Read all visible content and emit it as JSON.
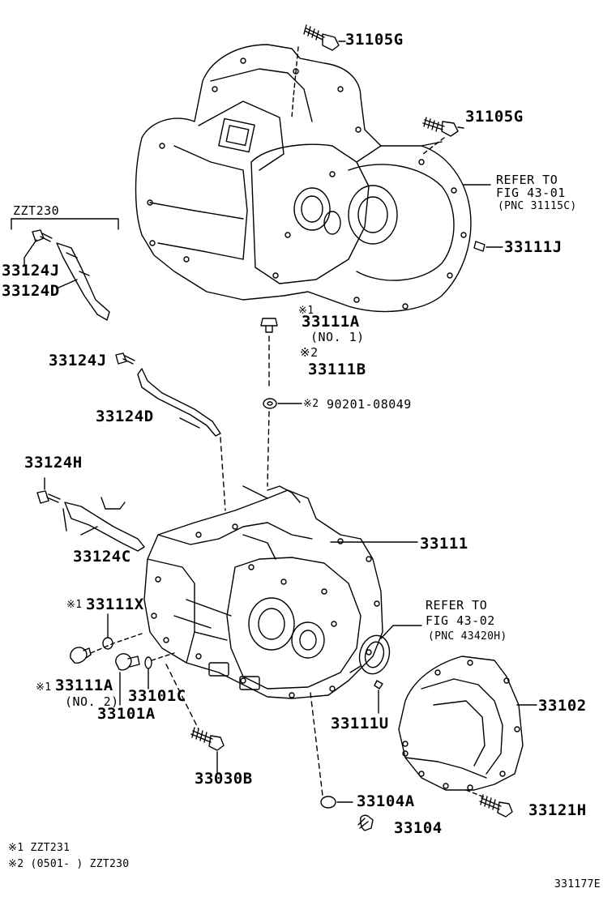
{
  "diagram": {
    "figure_id": "331177E",
    "group_label": "ZZT230",
    "parts": {
      "p31105g_top": "31105G",
      "p31105g_mid": "31105G",
      "p33111j": "33111J",
      "p33124j_a": "33124J",
      "p33124d_a": "33124D",
      "p33111a_top": "33111A",
      "p33111b": "33111B",
      "p33124j_b": "33124J",
      "p33124d_b": "33124D",
      "p90201": "90201-08049",
      "p33124h": "33124H",
      "p33111": "33111",
      "p33124c": "33124C",
      "p33111x": "33111X",
      "p33111a_bot": "33111A",
      "p33101c": "33101C",
      "p33101a": "33101A",
      "p33111u": "33111U",
      "p33102": "33102",
      "p33030b": "33030B",
      "p33104a": "33104A",
      "p33121h": "33121H",
      "p33104": "33104"
    },
    "notes": {
      "no1": "(NO. 1)",
      "no2": "(NO. 2)",
      "mark1": "※1",
      "mark2": "※2"
    },
    "refers": {
      "ref1_line1": "REFER TO",
      "ref1_line2": "FIG 43-01",
      "ref1_line3": "(PNC 31115C)",
      "ref2_line1": "REFER TO",
      "ref2_line2": "FIG 43-02",
      "ref2_line3": "(PNC 43420H)"
    },
    "legend": {
      "l1": "※1 ZZT231",
      "l2": "※2 (0501-   ) ZZT230"
    }
  }
}
